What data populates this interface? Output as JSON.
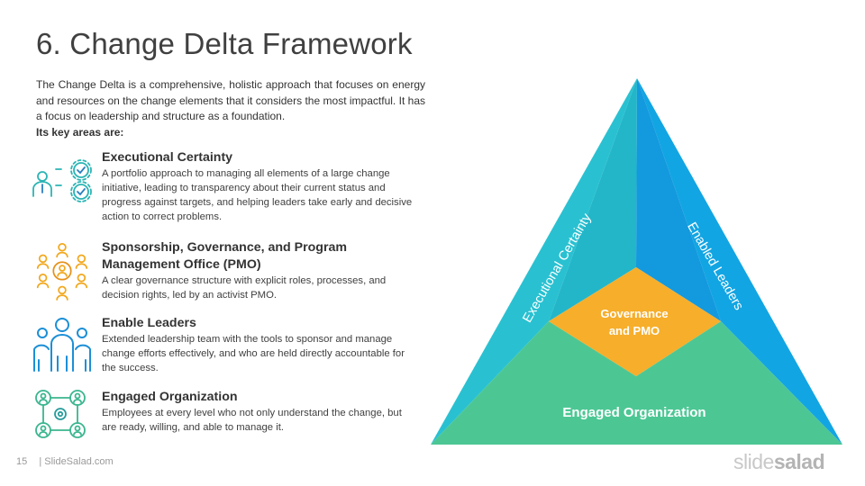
{
  "slide": {
    "title": "6. Change Delta Framework",
    "intro": "The Change Delta is a comprehensive, holistic approach that focuses on energy and resources on the change elements that it considers the most impactful. It has a focus on leadership and structure as a foundation.",
    "key_areas": "Its key areas are:"
  },
  "items": [
    {
      "title": "Executional Certainty",
      "text": "A portfolio approach to managing all elements of a large change initiative, leading to transparency about their current status and progress against targets, and helping leaders take early and decisive action to correct problems.",
      "icon": "person-gears-icon"
    },
    {
      "title": "Sponsorship, Governance, and Program Management Office (PMO)",
      "text": "A clear governance structure with explicit roles, processes, and decision rights, led by an activist PMO.",
      "icon": "team-network-icon"
    },
    {
      "title": "Enable Leaders",
      "text": "Extended leadership team with the tools to sponsor and manage change efforts effectively, and who are held directly accountable for the success.",
      "icon": "group-people-icon"
    },
    {
      "title": "Engaged Organization",
      "text": "Employees at every level who not only understand the change, but are ready, willing, and able to manage it.",
      "icon": "people-gear-network-icon"
    }
  ],
  "diagram": {
    "left_label": "Executional Certainty",
    "right_label": "Enabled Leaders",
    "bottom_label": "Engaged Organization",
    "center_line1": "Governance",
    "center_line2": "and PMO",
    "colors": {
      "left": "#29c1d1",
      "right": "#12a5e3",
      "bottom": "#4cc794",
      "center": "#f6ae2b"
    }
  },
  "footer": {
    "page": "15",
    "site": "| SlideSalad.com",
    "logo_a": "slide",
    "logo_b": "salad"
  }
}
